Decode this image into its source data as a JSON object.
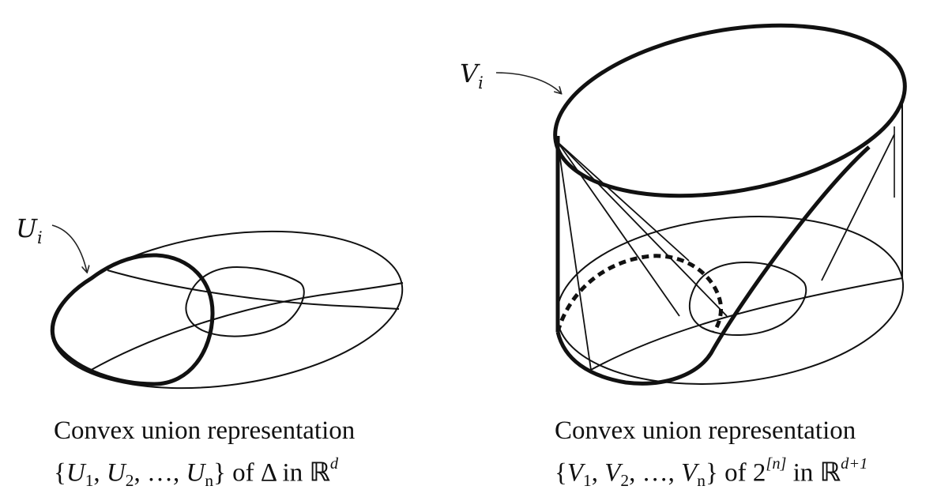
{
  "left_figure": {
    "label": "U",
    "label_sub": "i",
    "caption_line1": "Convex union representation",
    "caption_line2": {
      "open": "{",
      "items": [
        {
          "sym": "U",
          "sub": "1"
        },
        {
          "sym": "U",
          "sub": "2"
        },
        {
          "sym": "…",
          "sub": ""
        },
        {
          "sym": "U",
          "sub": "n"
        }
      ],
      "close": "}",
      "of": "of",
      "object": "Δ",
      "in": "in",
      "space": "ℝ",
      "space_sup": "d"
    }
  },
  "right_figure": {
    "label": "V",
    "label_sub": "i",
    "caption_line1": "Convex union representation",
    "caption_line2": {
      "open": "{",
      "items": [
        {
          "sym": "V",
          "sub": "1"
        },
        {
          "sym": "V",
          "sub": "2"
        },
        {
          "sym": "…",
          "sub": ""
        },
        {
          "sym": "V",
          "sub": "n"
        }
      ],
      "close": "}",
      "of": "of",
      "object": "2",
      "object_sup": "[n]",
      "in": "in",
      "space": "ℝ",
      "space_sup": "d+1"
    }
  }
}
